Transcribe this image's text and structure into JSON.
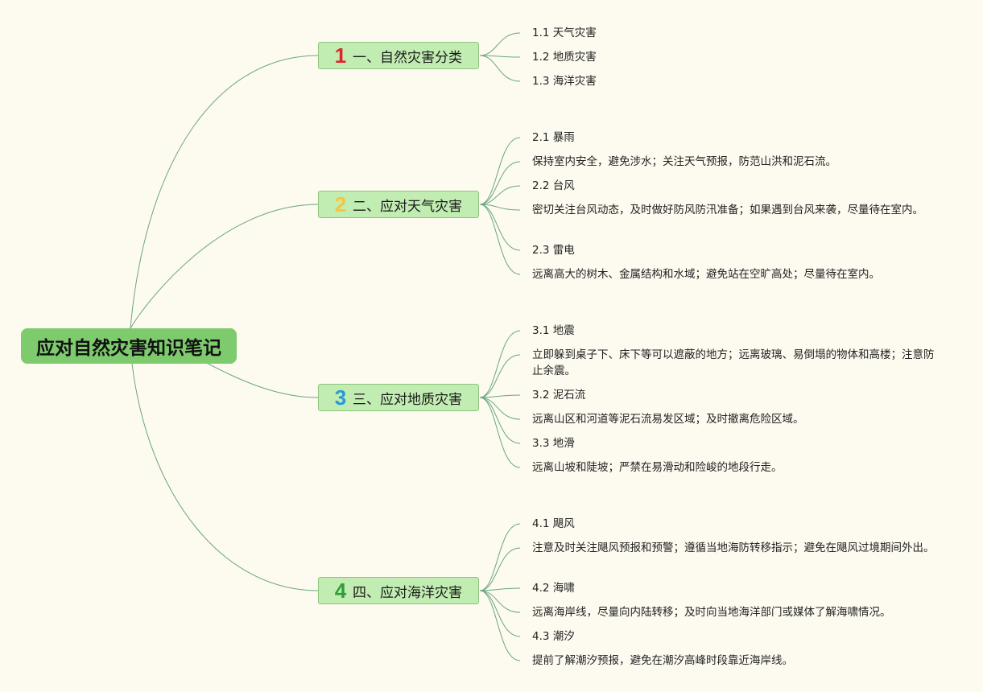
{
  "root": {
    "title": "应对自然灾害知识笔记"
  },
  "topics": [
    {
      "num": "1",
      "num_color": "#e0242c",
      "label": "一、自然灾害分类",
      "leaves": [
        "1.1 天气灾害",
        "1.2 地质灾害",
        "1.3 海洋灾害"
      ]
    },
    {
      "num": "2",
      "num_color": "#f5c542",
      "label": "二、应对天气灾害",
      "leaves": [
        "2.1 暴雨",
        "保持室内安全，避免涉水；关注天气预报，防范山洪和泥石流。",
        "2.2 台风",
        "密切关注台风动态，及时做好防风防汛准备；如果遇到台风来袭，尽量待在室内。",
        "2.3 雷电",
        "远离高大的树木、金属结构和水域；避免站在空旷高处；尽量待在室内。"
      ]
    },
    {
      "num": "3",
      "num_color": "#2a9ad6",
      "label": "三、应对地质灾害",
      "leaves": [
        "3.1 地震",
        "立即躲到桌子下、床下等可以遮蔽的地方；远离玻璃、易倒塌的物体和高楼；注意防止余震。",
        "3.2 泥石流",
        "远离山区和河道等泥石流易发区域；及时撤离危险区域。",
        "3.3 地滑",
        "远离山坡和陡坡；严禁在易滑动和险峻的地段行走。"
      ]
    },
    {
      "num": "4",
      "num_color": "#2e9e3a",
      "label": "四、应对海洋灾害",
      "leaves": [
        "4.1 飓风",
        "注意及时关注飓风预报和预警；遵循当地海防转移指示；避免在飓风过境期间外出。",
        "4.2 海啸",
        "远离海岸线，尽量向内陆转移；及时向当地海洋部门或媒体了解海啸情况。",
        "4.3 潮汐",
        "提前了解潮汐预报，避免在潮汐高峰时段靠近海岸线。"
      ]
    }
  ],
  "colors": {
    "link": "#6aa77c",
    "root_bg": "#7ecb6e",
    "topic_bg": "#c1ecb2"
  }
}
